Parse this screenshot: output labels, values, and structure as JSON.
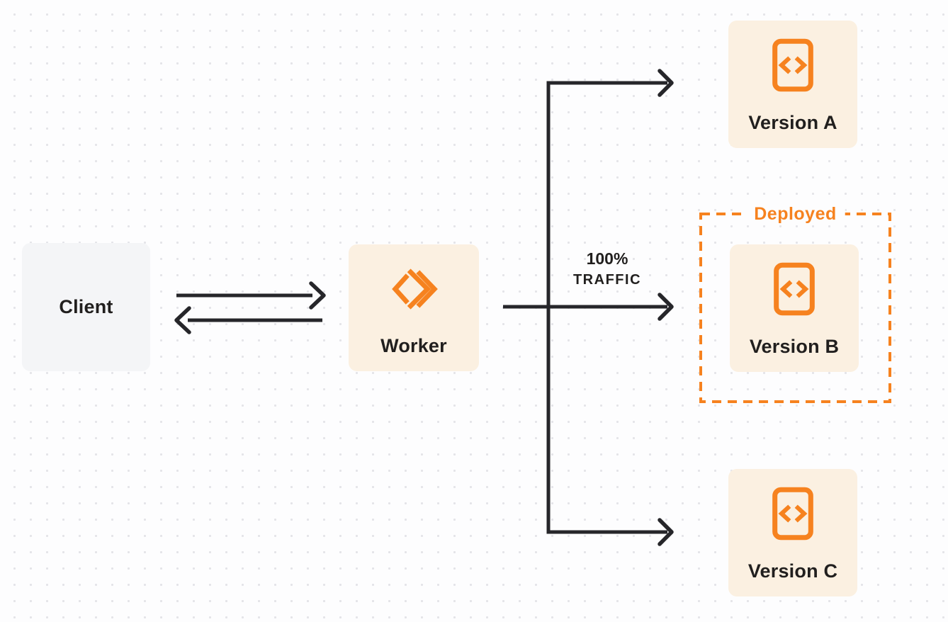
{
  "diagram": {
    "nodes": {
      "client": {
        "label": "Client"
      },
      "worker": {
        "label": "Worker"
      },
      "version_a": {
        "label": "Version A"
      },
      "version_b": {
        "label": "Version B"
      },
      "version_c": {
        "label": "Version C"
      }
    },
    "deployed_box": {
      "label": "Deployed"
    },
    "traffic_label": {
      "line1": "100%",
      "line2": "TRAFFIC"
    },
    "icons": {
      "worker_icon": "workers-logo-icon",
      "version_icon": "code-file-icon"
    },
    "colors": {
      "accent_orange": "#F6821F",
      "node_cream_bg": "#FBF0E1",
      "client_gray_bg": "#F4F5F7",
      "arrow_color": "#26262A",
      "text_color": "#211F1E",
      "canvas_bg": "#FDFDFE",
      "dot_color": "#E4E4E8"
    }
  }
}
